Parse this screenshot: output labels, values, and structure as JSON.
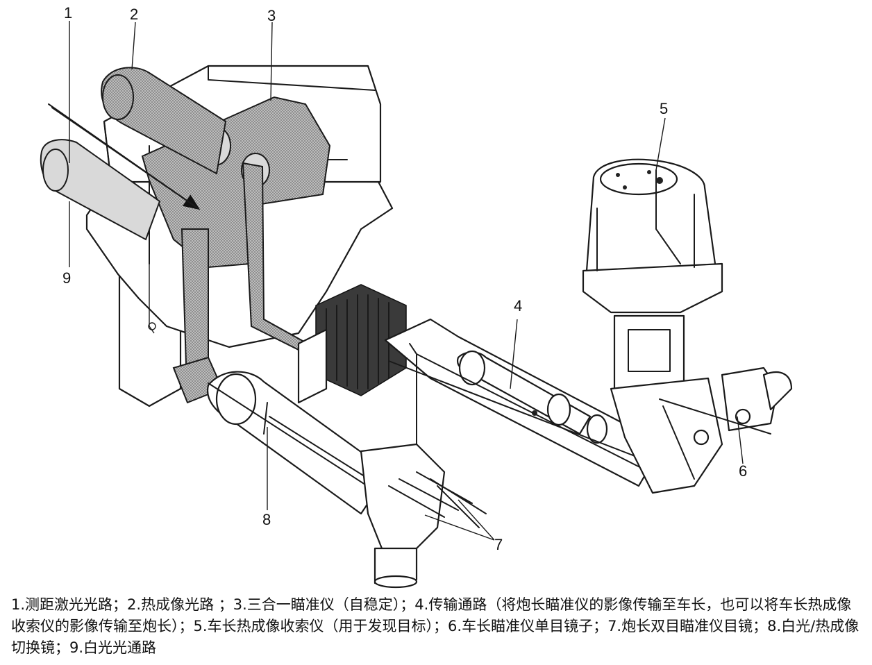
{
  "callouts": {
    "c1": "1",
    "c2": "2",
    "c3": "3",
    "c4": "4",
    "c5": "5",
    "c6": "6",
    "c7": "7",
    "c8": "8",
    "c9": "9"
  },
  "caption": "1.测距激光光路；2.热成像光路 ；3.三合一瞄准仪（自稳定）；4.传输通路（将炮长瞄准仪的影像传输至车长，也可以将车长热成像收索仪的影像传输至炮长）；5.车长热成像收索仪（用于发现目标）；6.车长瞄准仪单目镜子；7.炮长双目瞄准仪目镜；8.白光/热成像切换镜；9.白光光通路"
}
